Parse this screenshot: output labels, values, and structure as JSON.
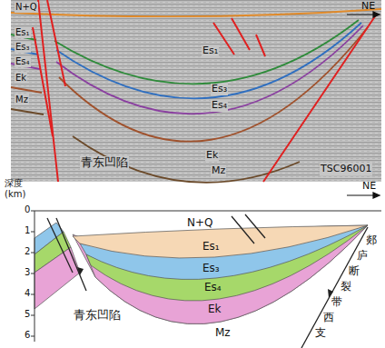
{
  "diagram": {
    "labels": [
      "NE",
      "N+Q",
      "Es₁",
      "Es₃",
      "Es₄",
      "Ek",
      "Mz",
      "Es₁",
      "Es₃",
      "Es₄",
      "Ek",
      "Mz",
      "青东凹陷",
      "TSC96001",
      "深度 (km)",
      "0",
      "1",
      "2",
      "3",
      "4",
      "5",
      "6",
      "NE",
      "N+Q",
      "Es₁",
      "Es₃",
      "Es₄",
      "Ek",
      "Mz",
      "青东凹陷",
      "郯庐断裂带西支"
    ]
  }
}
